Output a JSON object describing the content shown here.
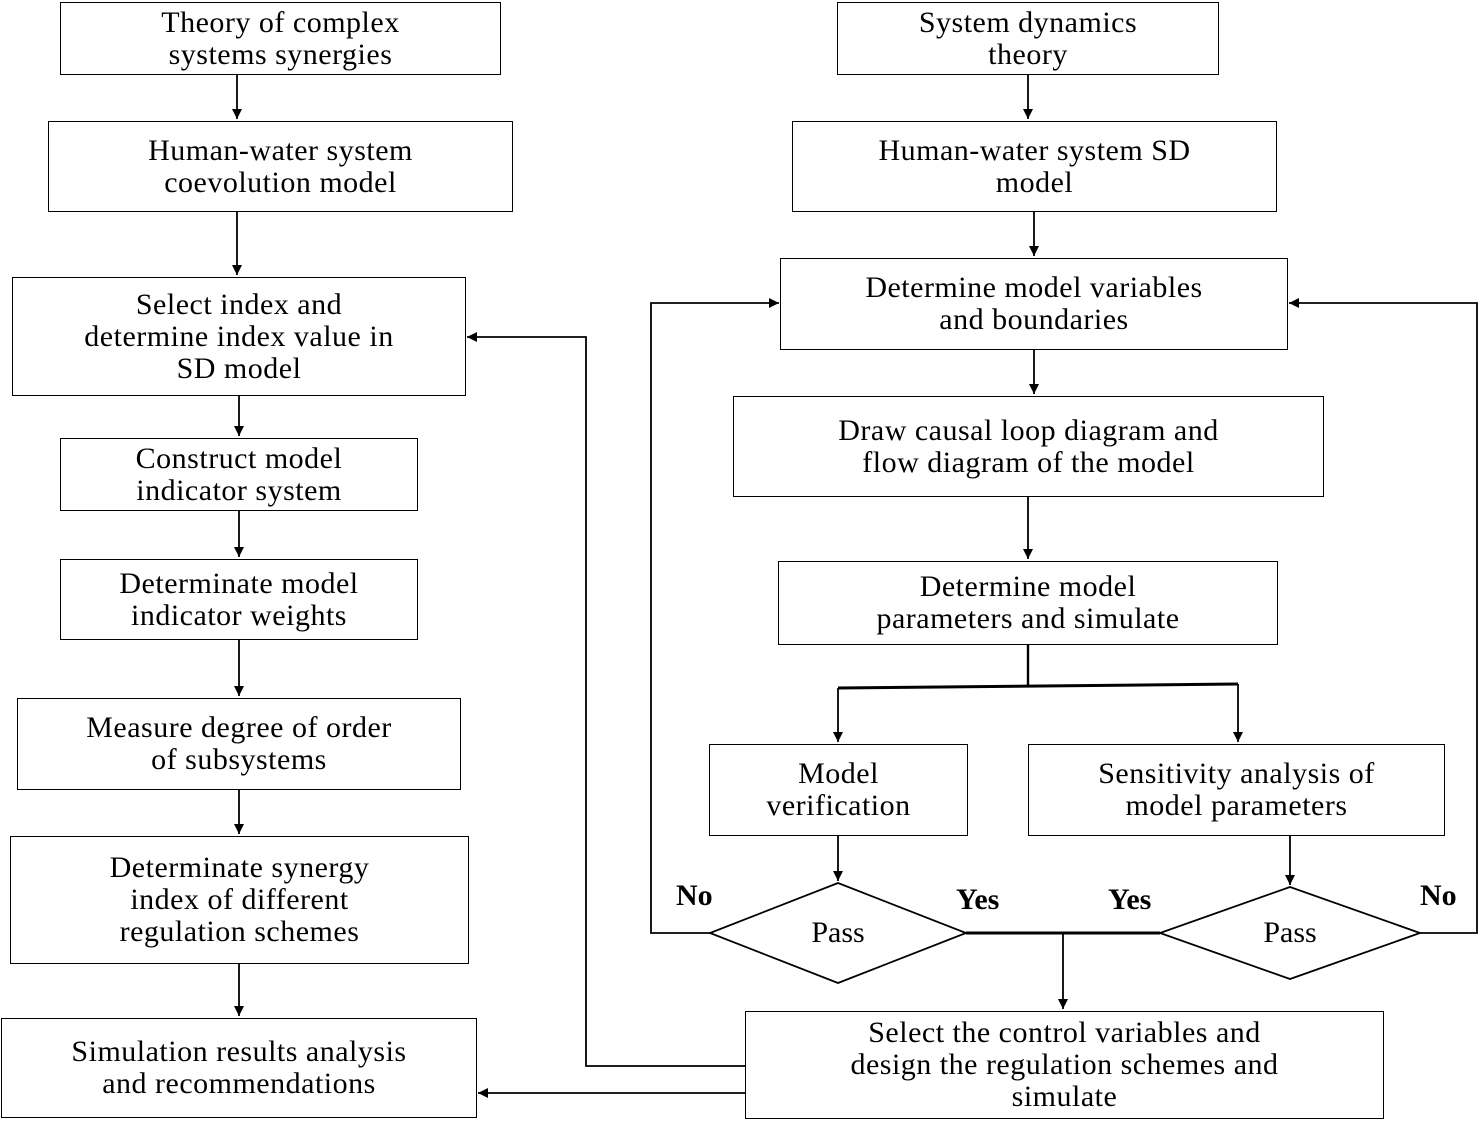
{
  "left_column": {
    "theory": [
      "Theory of complex",
      "systems synergies"
    ],
    "coevolution": [
      "Human-water system",
      "coevolution model"
    ],
    "select_index": [
      "Select index and",
      "determine index value in",
      "SD model"
    ],
    "construct": [
      "Construct  model",
      "indicator system"
    ],
    "weights": [
      "Determinate model",
      "indicator weights"
    ],
    "measure": [
      "Measure degree of order",
      "of subsystems"
    ],
    "synergy": [
      "Determinate synergy",
      "index of different",
      "regulation schemes"
    ],
    "results": [
      "Simulation results analysis",
      "and recommendations"
    ]
  },
  "right_column": {
    "sd_theory": [
      "System dynamics",
      "theory"
    ],
    "sd_model": [
      "Human-water system SD",
      "model"
    ],
    "variables": [
      "Determine model variables",
      "and boundaries"
    ],
    "causal": [
      "Draw causal loop diagram and",
      "flow diagram of the model"
    ],
    "parameters": [
      "Determine model",
      "parameters and simulate"
    ],
    "verification": [
      "Model",
      "verification"
    ],
    "sensitivity": [
      "Sensitivity analysis of",
      "model parameters"
    ],
    "pass_left": "Pass",
    "pass_right": "Pass",
    "control": [
      "Select the control variables and",
      "design the regulation  schemes and",
      "simulate"
    ]
  },
  "edge_labels": {
    "no_left": "No",
    "yes_left": "Yes",
    "yes_right": "Yes",
    "no_right": "No"
  }
}
